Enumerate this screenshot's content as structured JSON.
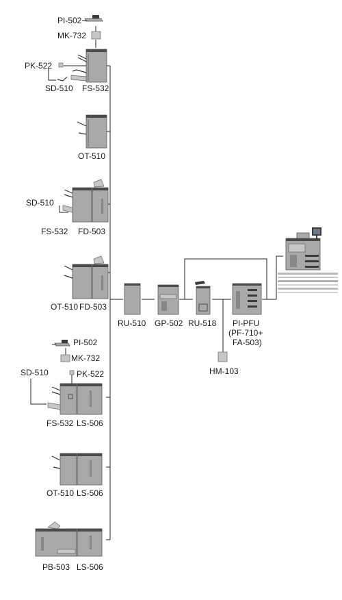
{
  "labels": {
    "pi502_a": "PI-502",
    "mk732_a": "MK-732",
    "pk522_a": "PK-522",
    "sd510_a": "SD-510",
    "fs532_a": "FS-532",
    "ot510_a": "OT-510",
    "sd510_b": "SD-510",
    "fs532_b": "FS-532",
    "fd503_a": "FD-503",
    "ot510_b": "OT-510",
    "fd503_b": "FD-503",
    "ru510": "RU-510",
    "gp502": "GP-502",
    "ru518": "RU-518",
    "pipfu_1": "PI-PFU",
    "pipfu_2": "(PF-710+",
    "pipfu_3": "FA-503)",
    "hm103": "HM-103",
    "pi502_b": "PI-502",
    "mk732_b": "MK-732",
    "pk522_b": "PK-522",
    "sd510_c": "SD-510",
    "fs532_c": "FS-532",
    "ls506_a": "LS-506",
    "ot510_c": "OT-510",
    "ls506_b": "LS-506",
    "pb503": "PB-503",
    "ls506_c": "LS-506"
  },
  "colors": {
    "unit_body": "#a9a9a9",
    "unit_top": "#4a4a4a",
    "connector_line": "#222222"
  }
}
